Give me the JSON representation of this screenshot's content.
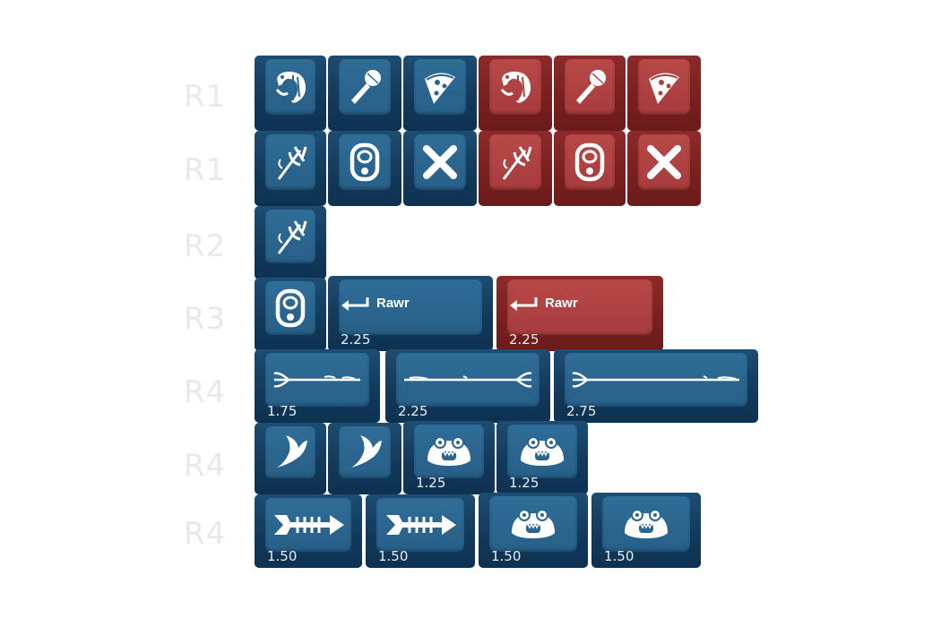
{
  "row_labels": [
    "R1",
    "R1",
    "R2",
    "R3",
    "R4",
    "R4",
    "R4"
  ],
  "keys": {
    "rawr_blue_legend": "Rawr",
    "rawr_red_legend": "Rawr",
    "rawr_blue_size": "2.25",
    "rawr_red_size": "2.25",
    "trident_175_size": "1.75",
    "trident_225_size": "2.25",
    "trident_275_size": "2.75",
    "monster_a_size": "1.25",
    "monster_b_size": "1.25",
    "fishbone_a_size": "1.50",
    "fishbone_b_size": "1.50",
    "monster_c_size": "1.50",
    "monster_d_size": "1.50"
  },
  "colors": {
    "blue_side": "#123a5b",
    "blue_top": "#2a6590",
    "red_side": "#7a2020",
    "red_top": "#ad4040",
    "legend": "#ffffff",
    "row_label": "#e9e9e9"
  }
}
